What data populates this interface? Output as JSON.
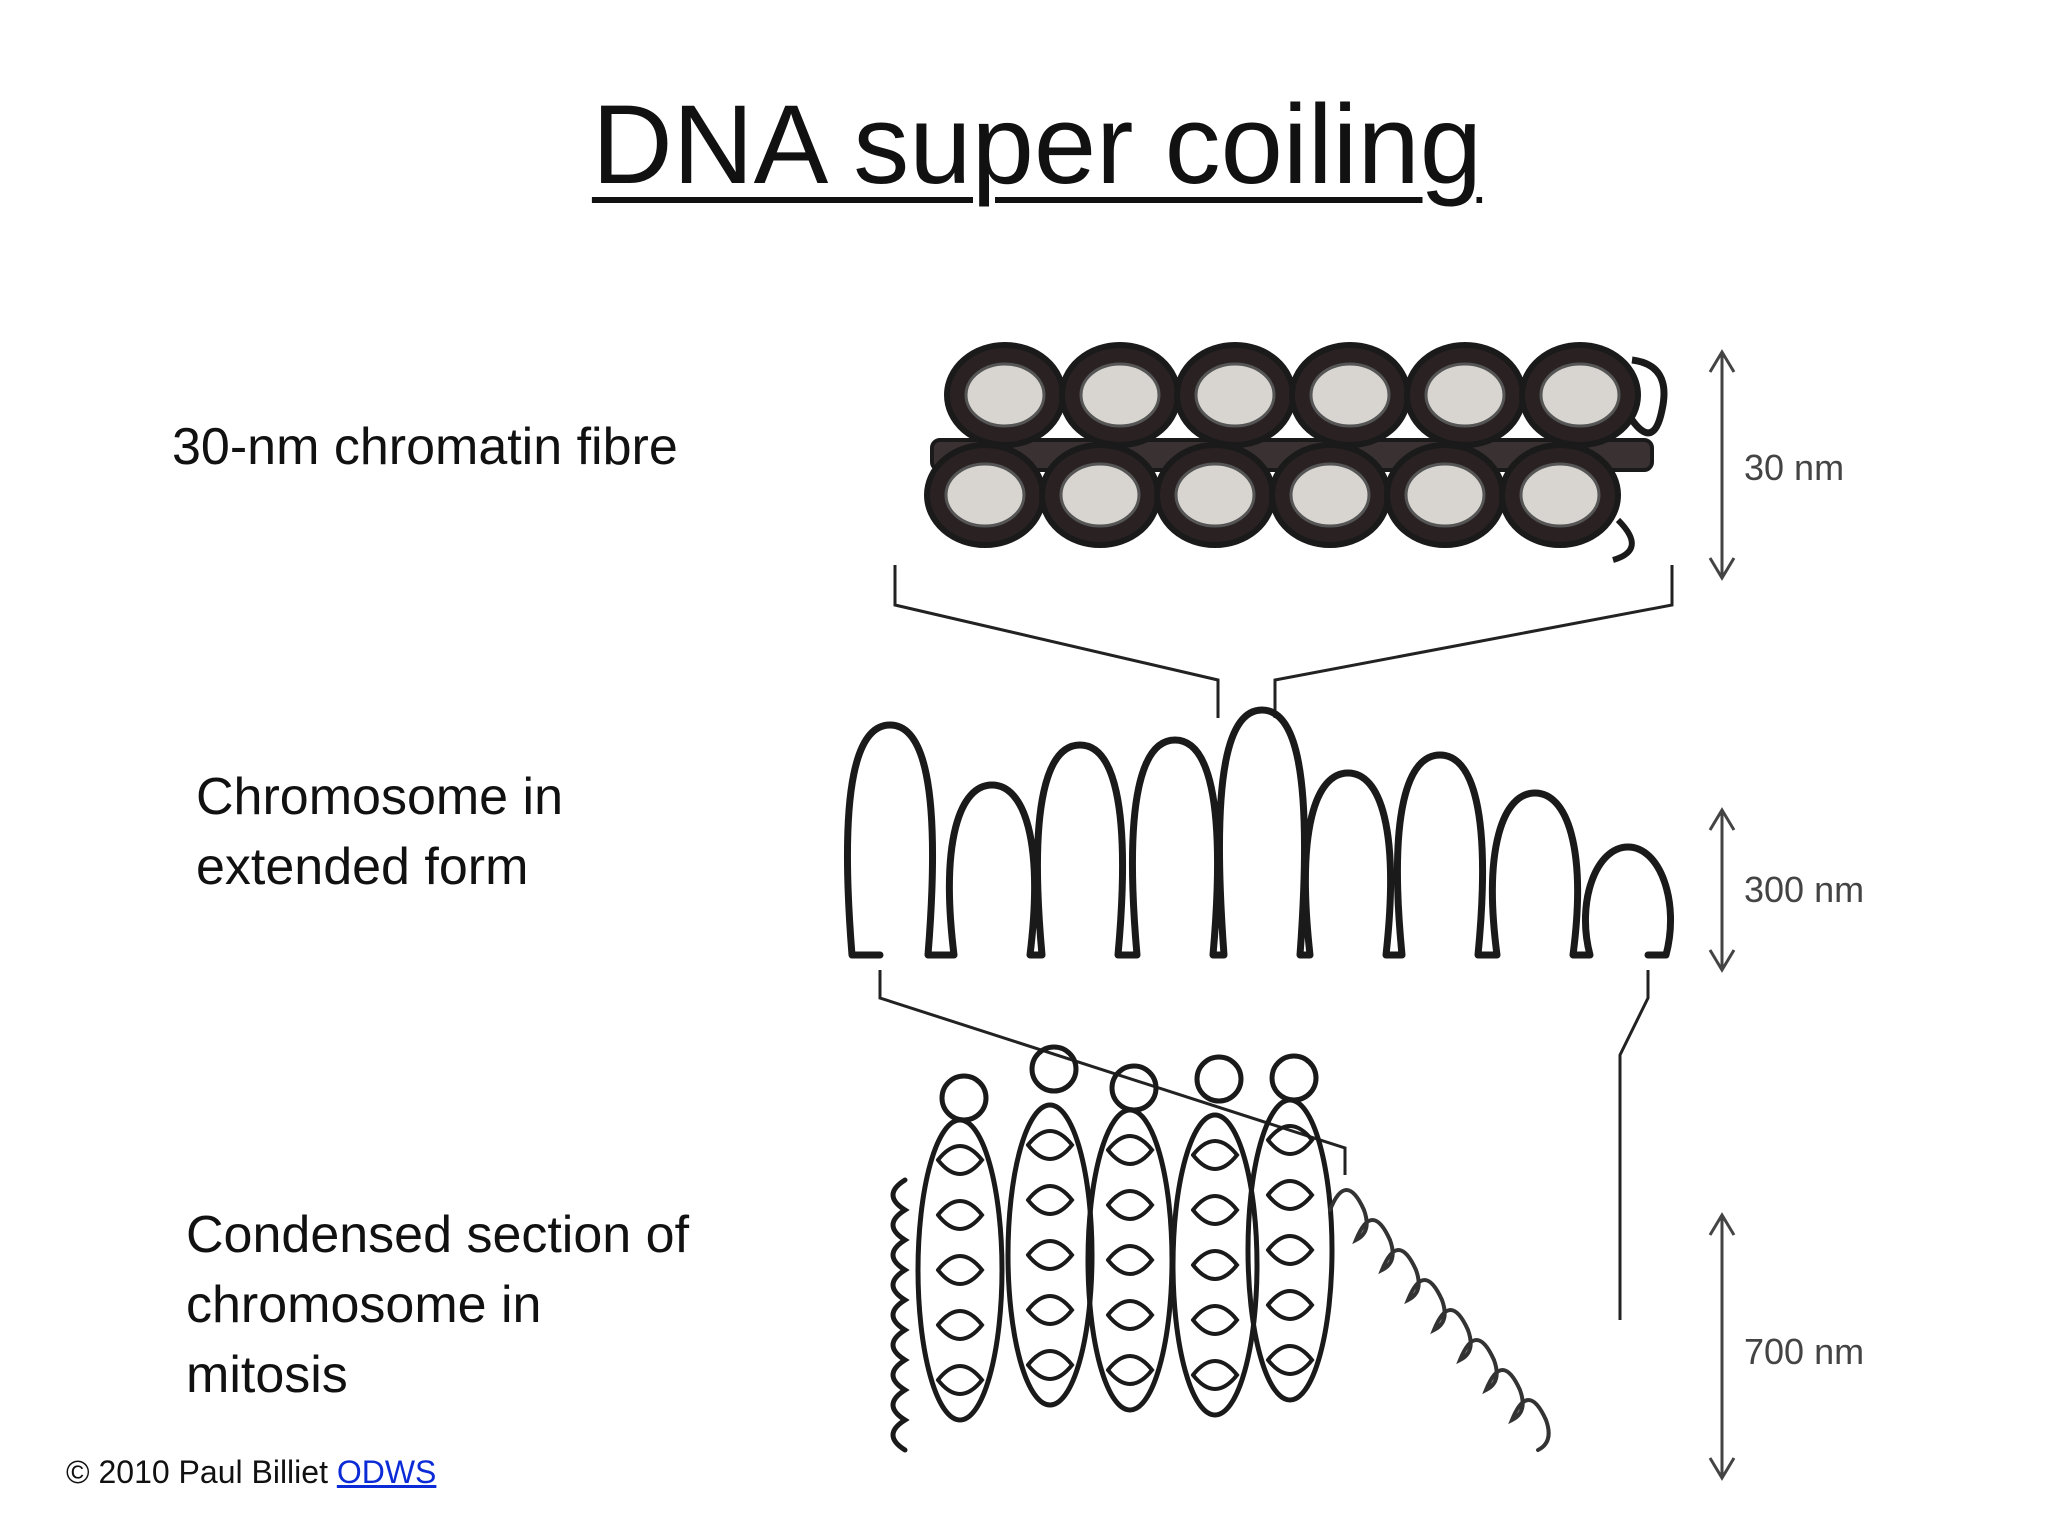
{
  "title": "DNA super coiling",
  "levels": [
    {
      "label_lines": [
        "30-nm chromatin fibre"
      ],
      "dimension": "30 nm"
    },
    {
      "label_lines": [
        "Chromosome in",
        "extended form"
      ],
      "dimension": "300 nm"
    },
    {
      "label_lines": [
        "Condensed section of",
        "chromosome in",
        "mitosis"
      ],
      "dimension": "700 nm"
    }
  ],
  "footer": {
    "copyright": "© 2010 Paul Billiet",
    "link_text": "ODWS",
    "link_color": "#0b2bd6"
  },
  "colors": {
    "ink": "#1a1a1a",
    "nucleosome_fill": "#d8d4d0",
    "dimension_text": "#444444"
  }
}
